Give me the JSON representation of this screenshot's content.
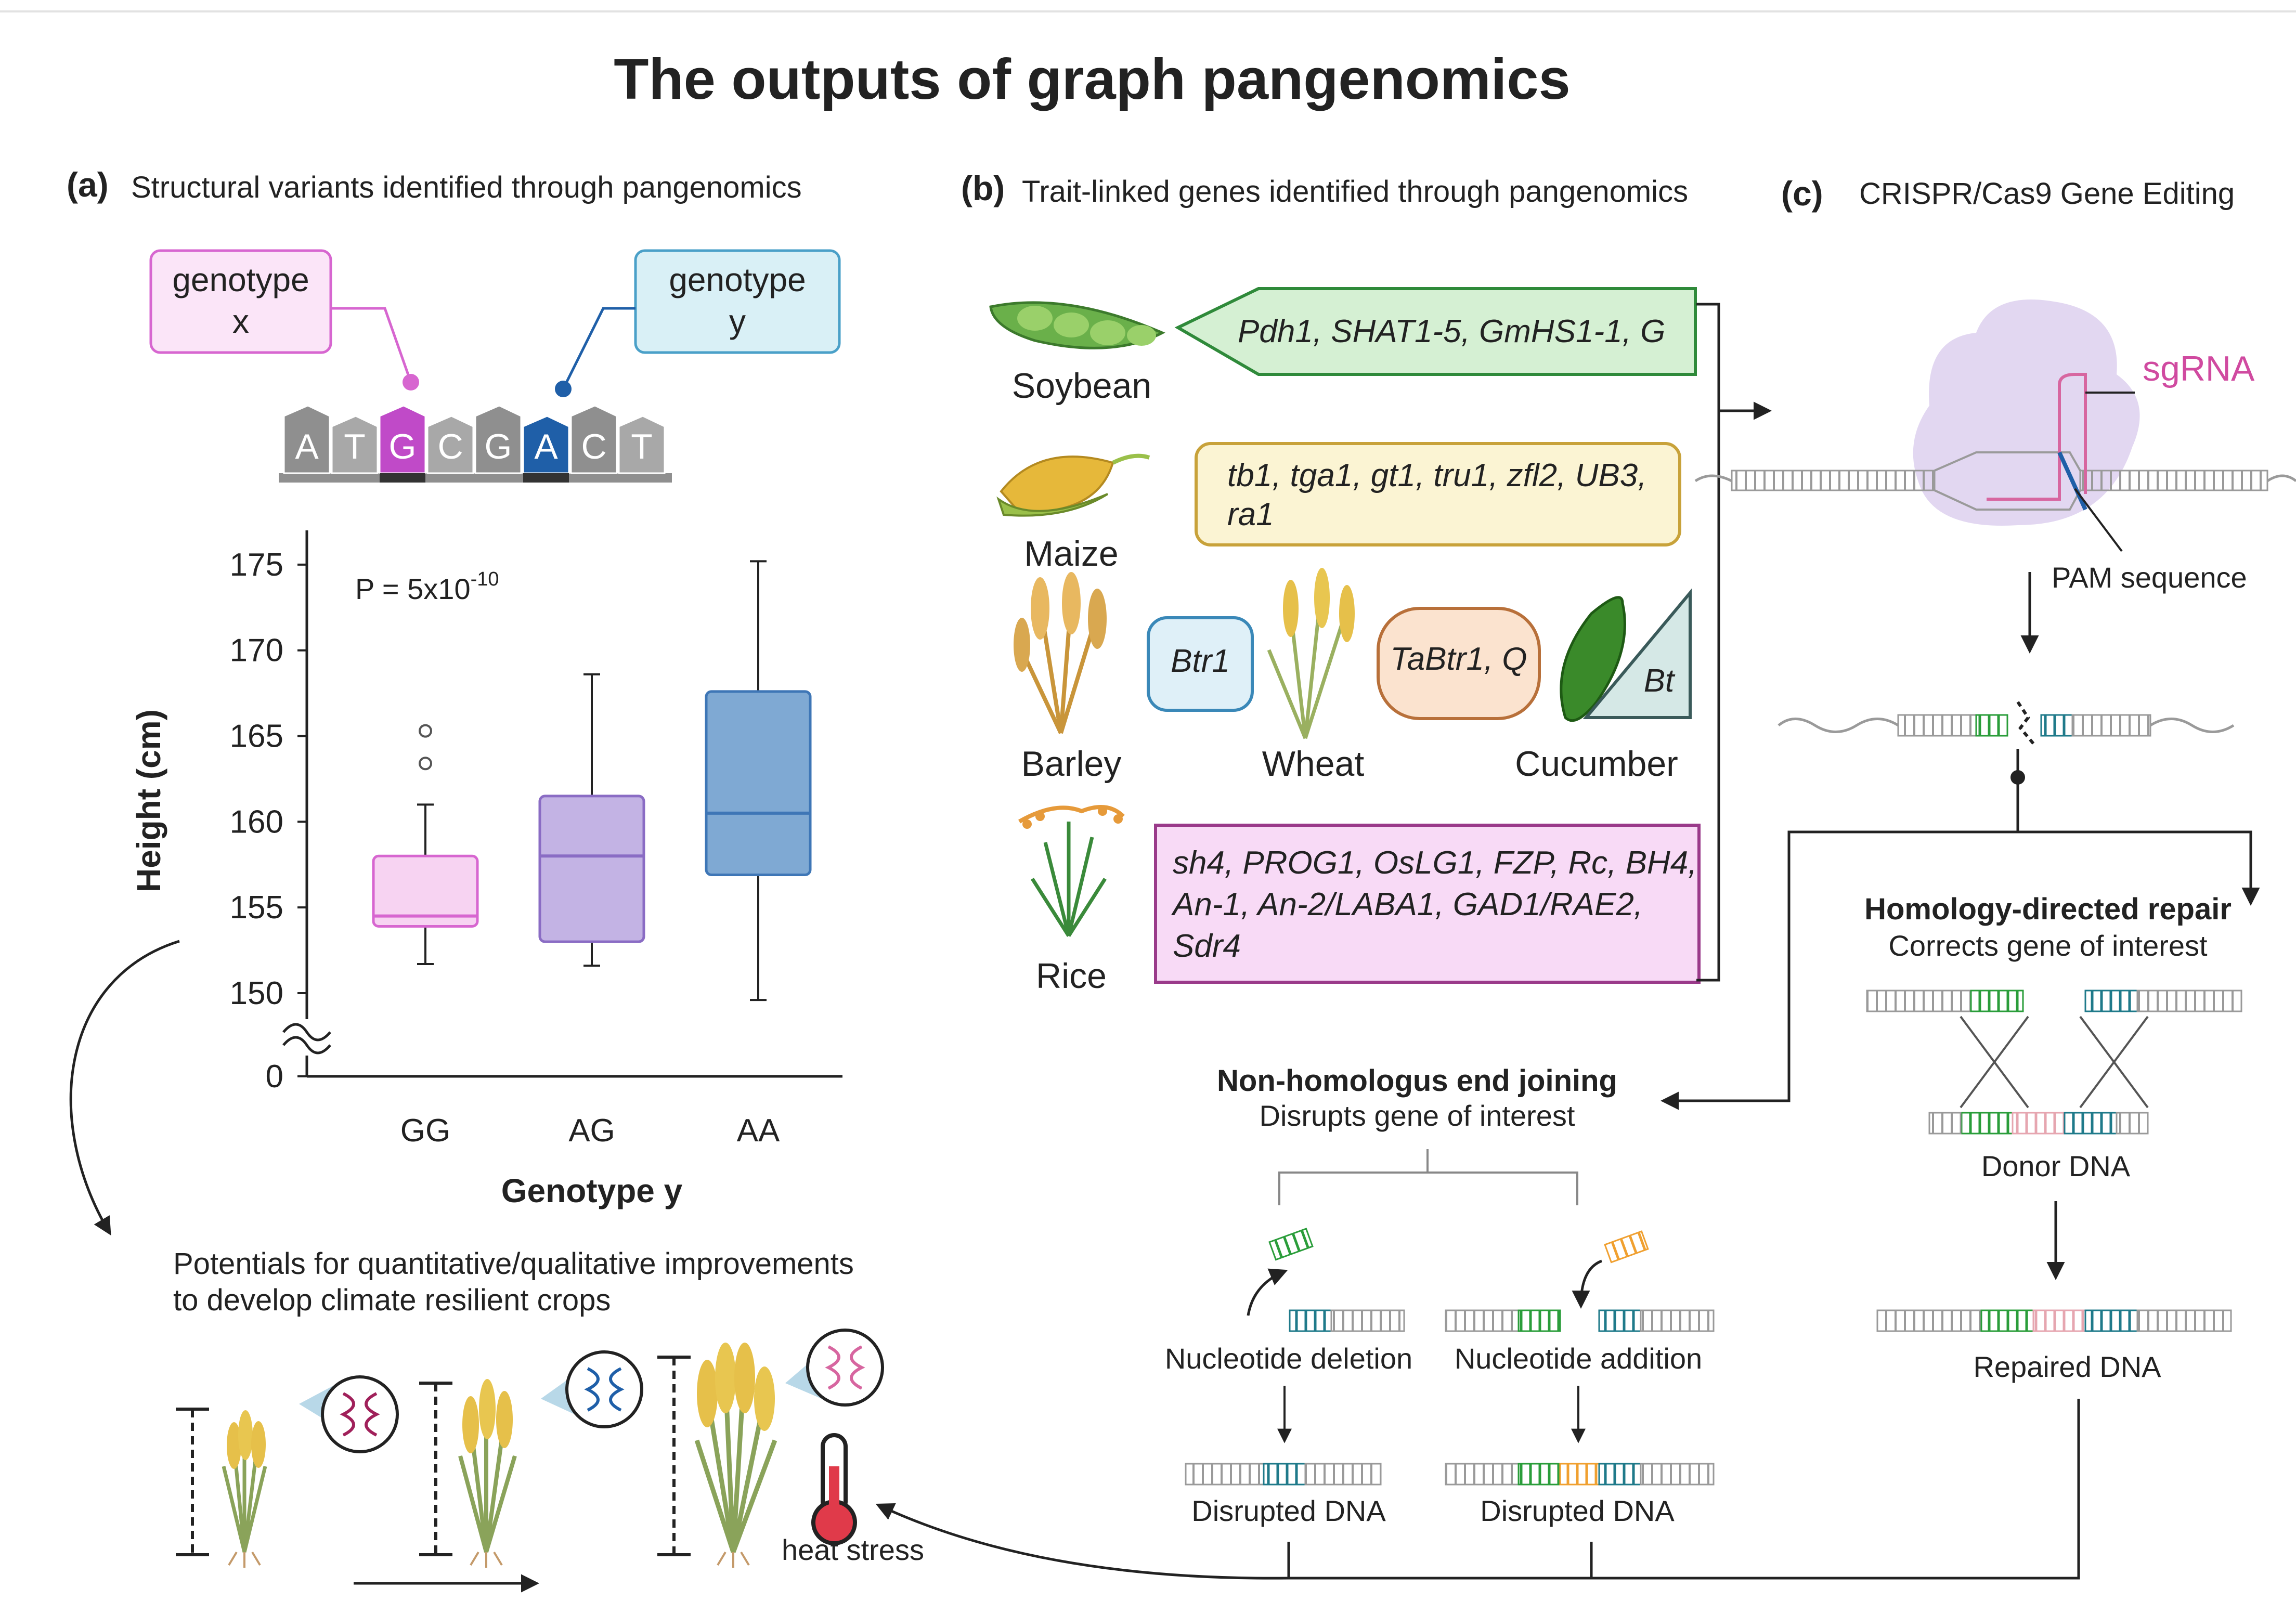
{
  "title": "The outputs of graph pangenomics",
  "panel_a": {
    "letter": "(a)",
    "heading": "Structural variants identified through pangenomics",
    "genotype_x": [
      "genotype",
      "x"
    ],
    "genotype_y": [
      "genotype",
      "y"
    ],
    "sequence": [
      "A",
      "T",
      "G",
      "C",
      "G",
      "A",
      "C",
      "T"
    ],
    "p_value_prefix": "P = 5x10",
    "p_value_exp": "-10",
    "potentials_text": [
      "Potentials for quantitative/qualitative improvements",
      "to develop climate resilient crops"
    ],
    "heat_stress": "heat stress"
  },
  "chart_data": {
    "type": "box",
    "xlabel": "Genotype y",
    "ylabel": "Height (cm)",
    "categories": [
      "GG",
      "AG",
      "AA"
    ],
    "yticks": [
      0,
      150,
      155,
      160,
      165,
      170,
      175
    ],
    "ylim": [
      150,
      177
    ],
    "axis_break": true,
    "boxes": [
      {
        "name": "GG",
        "whisker_low": 151.7,
        "q1": 153.9,
        "median": 154.5,
        "q3": 158.0,
        "whisker_high": 161.0,
        "outliers": [
          163.4,
          165.3
        ],
        "color": "#f7d3f2",
        "stroke": "#d766d0"
      },
      {
        "name": "AG",
        "whisker_low": 151.6,
        "q1": 153.0,
        "median": 158.0,
        "q3": 161.5,
        "whisker_high": 168.6,
        "outliers": [],
        "color": "#c3b3e4",
        "stroke": "#8a6cc4"
      },
      {
        "name": "AA",
        "whisker_low": 149.6,
        "q1": 156.9,
        "median": 160.5,
        "q3": 167.6,
        "whisker_high": 175.2,
        "outliers": [],
        "color": "#7fa9d3",
        "stroke": "#3e76b6"
      }
    ]
  },
  "panel_b": {
    "letter": "(b)",
    "heading": "Trait-linked genes identified through pangenomics",
    "crops": {
      "soybean": "Soybean",
      "maize": "Maize",
      "barley": "Barley",
      "wheat": "Wheat",
      "cucumber": "Cucumber",
      "rice": "Rice"
    },
    "genes": {
      "soybean": "Pdh1, SHAT1-5, GmHS1-1, G",
      "maize": [
        "tb1, tga1, gt1, tru1, zfl2, UB3,",
        "ra1"
      ],
      "barley": "Btr1",
      "wheat": "TaBtr1, Q",
      "cucumber": "Bt",
      "rice": [
        "sh4, PROG1, OsLG1, FZP, Rc, BH4,",
        "An-1, An-2/LABA1, GAD1/RAE2,",
        "Sdr4"
      ]
    },
    "colors": {
      "soybean": "#d5f0d3",
      "maize": "#fbf4d3",
      "barley": "#dff0f8",
      "wheat": "#fbe3cf",
      "cucumber": "#d5e8e6",
      "rice": "#f8daf6"
    }
  },
  "panel_c": {
    "letter": "(c)",
    "heading": "CRISPR/Cas9 Gene Editing",
    "sgrna": "sgRNA",
    "pam": "PAM sequence",
    "hdr_title": "Homology-directed repair",
    "hdr_sub": "Corrects gene of interest",
    "donor": "Donor DNA",
    "repaired": "Repaired DNA",
    "nhej_title": "Non-homologus end joining",
    "nhej_sub": "Disrupts gene of interest",
    "deletion": "Nucleotide deletion",
    "addition": "Nucleotide addition",
    "disrupted": "Disrupted DNA"
  }
}
